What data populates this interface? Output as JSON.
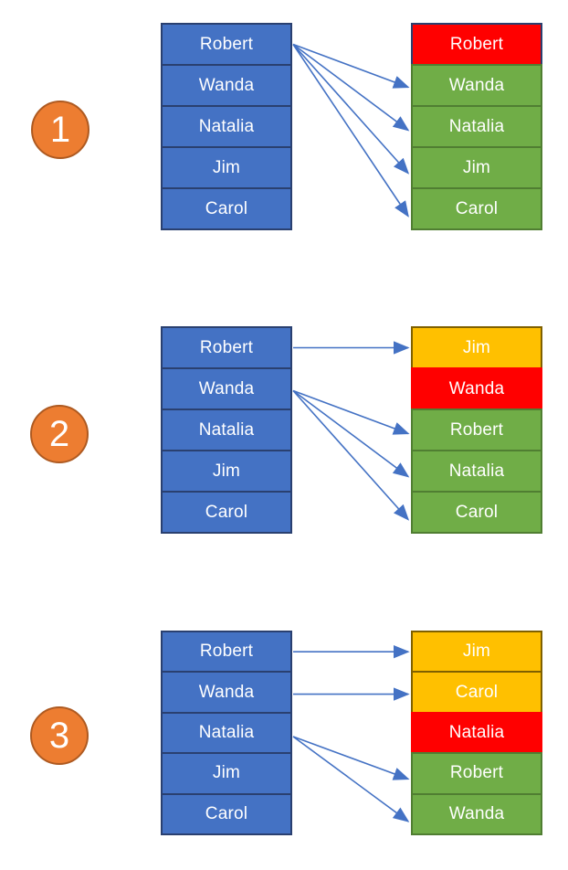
{
  "colors": {
    "cell_blue": "#4472C4",
    "cell_blue_border": "#2A4070",
    "cell_green": "#70AD47",
    "cell_green_border": "#507E32",
    "cell_red": "#FF0000",
    "cell_gold": "#FFC000",
    "cell_gold_border": "#7F6000",
    "cell_text": "#FFFFFF",
    "arrow": "#4472C4",
    "step_circle_fill": "#ED7D31",
    "step_circle_border": "#AE5A21"
  },
  "sections": [
    {
      "number": "1",
      "left_list": [
        "Robert",
        "Wanda",
        "Natalia",
        "Jim",
        "Carol"
      ],
      "right_list": [
        {
          "label": "Robert",
          "color": "red",
          "border": "navy"
        },
        {
          "label": "Wanda",
          "color": "green"
        },
        {
          "label": "Natalia",
          "color": "green"
        },
        {
          "label": "Jim",
          "color": "green"
        },
        {
          "label": "Carol",
          "color": "green"
        }
      ],
      "arrows": [
        {
          "from": 0,
          "to": 1
        },
        {
          "from": 0,
          "to": 2
        },
        {
          "from": 0,
          "to": 3
        },
        {
          "from": 0,
          "to": 4
        }
      ]
    },
    {
      "number": "2",
      "left_list": [
        "Robert",
        "Wanda",
        "Natalia",
        "Jim",
        "Carol"
      ],
      "right_list": [
        {
          "label": "Jim",
          "color": "gold"
        },
        {
          "label": "Wanda",
          "color": "red"
        },
        {
          "label": "Robert",
          "color": "green"
        },
        {
          "label": "Natalia",
          "color": "green"
        },
        {
          "label": "Carol",
          "color": "green"
        }
      ],
      "arrows": [
        {
          "from": 0,
          "to": 0
        },
        {
          "from": 1,
          "to": 2
        },
        {
          "from": 1,
          "to": 3
        },
        {
          "from": 1,
          "to": 4
        }
      ]
    },
    {
      "number": "3",
      "left_list": [
        "Robert",
        "Wanda",
        "Natalia",
        "Jim",
        "Carol"
      ],
      "right_list": [
        {
          "label": "Jim",
          "color": "gold"
        },
        {
          "label": "Carol",
          "color": "gold"
        },
        {
          "label": "Natalia",
          "color": "red"
        },
        {
          "label": "Robert",
          "color": "green"
        },
        {
          "label": "Wanda",
          "color": "green"
        }
      ],
      "arrows": [
        {
          "from": 0,
          "to": 0
        },
        {
          "from": 1,
          "to": 1
        },
        {
          "from": 2,
          "to": 3
        },
        {
          "from": 2,
          "to": 4
        }
      ]
    }
  ]
}
